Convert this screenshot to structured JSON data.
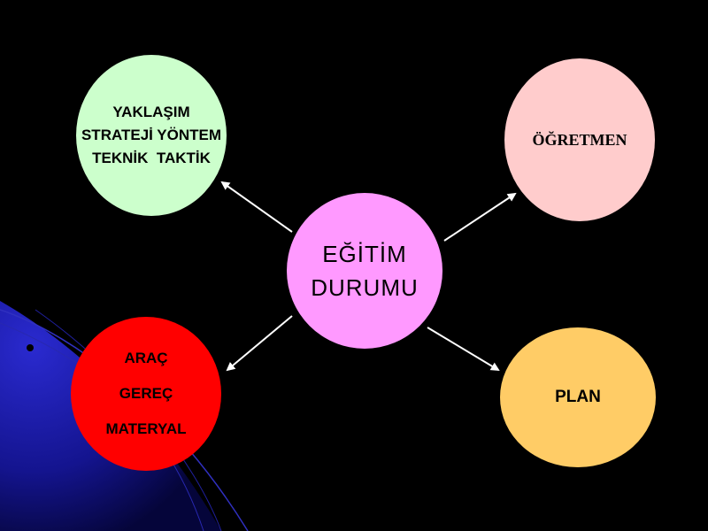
{
  "nodes": {
    "top_left": {
      "lines": [
        "YAKLAŞIM",
        "STRATEJİ YÖNTEM",
        "TEKNİK  TAKTİK"
      ],
      "color": "#ccffcc"
    },
    "top_right": {
      "lines": [
        "ÖĞRETMEN"
      ],
      "color": "#ffcccc"
    },
    "center": {
      "lines": [
        "EĞİTİM",
        "DURUMU"
      ],
      "color": "#ff99ff"
    },
    "bottom_left": {
      "lines": [
        "ARAÇ",
        "GEREÇ",
        "MATERYAL"
      ],
      "color": "#ff0000"
    },
    "bottom_right": {
      "lines": [
        "PLAN"
      ],
      "color": "#ffcc66"
    }
  },
  "colors": {
    "background": "#000000",
    "arrow": "#ffffff",
    "accent_blue": "#1a1aa6"
  }
}
